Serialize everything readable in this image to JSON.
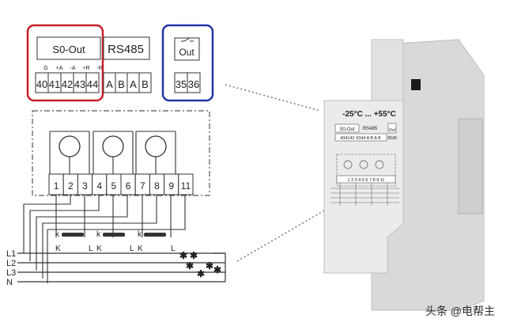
{
  "terminal_block": {
    "s0_title": "S0-Out",
    "rs485_title": "RS485",
    "out_title": "Out",
    "s0_pin_labels": [
      "G",
      "+A",
      "-A",
      "+R",
      "-R"
    ],
    "s0_numbers": [
      "40",
      "41",
      "42",
      "43",
      "44"
    ],
    "rs485_numbers": [
      "A",
      "B",
      "A",
      "B"
    ],
    "out_numbers": [
      "35",
      "36"
    ]
  },
  "schematic": {
    "terminal_numbers": [
      "1",
      "2",
      "3",
      "4",
      "5",
      "6",
      "7",
      "8",
      "9",
      "11"
    ],
    "ct_labels": [
      "k",
      "K",
      "k",
      "K",
      "k",
      "K"
    ],
    "ct_l_labels": [
      "L",
      "L",
      "L"
    ],
    "line_labels": [
      "L1",
      "L2",
      "L3",
      "N"
    ]
  },
  "device": {
    "temp_label": "-25°C ... +55°C",
    "mini_s0": "S0-Out",
    "mini_rs485": "RS485",
    "mini_out": "Out",
    "mini_numbers": "404142 4344 A B A B",
    "mini_out_numbers": "3536",
    "mini_terminals": "1 2 3 4 5 6 7 8 9 11"
  },
  "watermark": "头条 @电帮主",
  "colors": {
    "red_box": "#c8202a",
    "blue_box": "#2236a8",
    "dashed": "#8a8a8a",
    "device_body": "#e9e9e9"
  }
}
